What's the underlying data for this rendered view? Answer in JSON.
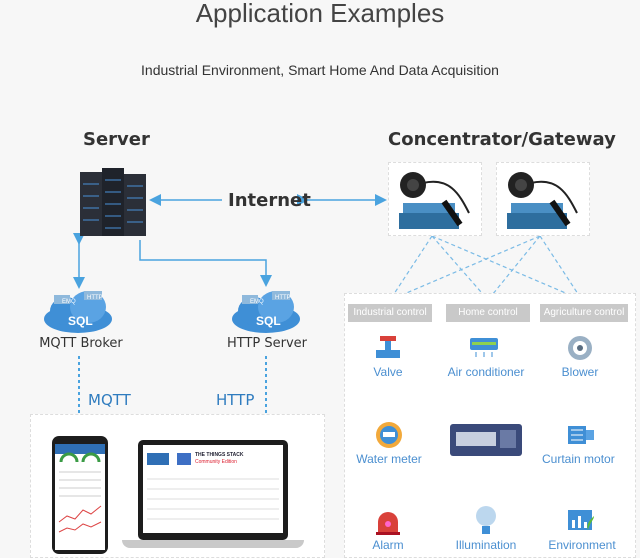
{
  "header": {
    "title": "Application Examples",
    "subtitle": "Industrial Environment, Smart Home And Data Acquisition"
  },
  "diagram": {
    "server_label": "Server",
    "gateway_label": "Concentrator/Gateway",
    "internet_label": "Internet",
    "mqtt_broker_label": "MQTT Broker",
    "http_server_label": "HTTP Server",
    "mqtt_link_label": "MQTT",
    "http_link_label": "HTTP",
    "cloud_tags": {
      "emq": "EMQ",
      "http": "HTTP",
      "sql": "SQL"
    },
    "laptop_brand": "THE THINGS STACK",
    "laptop_edition": "Community Edition",
    "categories": [
      "Industrial control",
      "Home control",
      "Agriculture control"
    ],
    "devices": {
      "valve": "Valve",
      "air_conditioner": "Air conditioner",
      "blower": "Blower",
      "water_meter": "Water meter",
      "curtain_motor": "Curtain motor",
      "alarm": "Alarm",
      "illumination": "Illumination",
      "environment": "Environment"
    }
  },
  "colors": {
    "arrow": "#4aa3df",
    "device_text": "#4b8fd0",
    "tab_bg": "#c9c9c9",
    "cloud": "#3f8fd6"
  }
}
